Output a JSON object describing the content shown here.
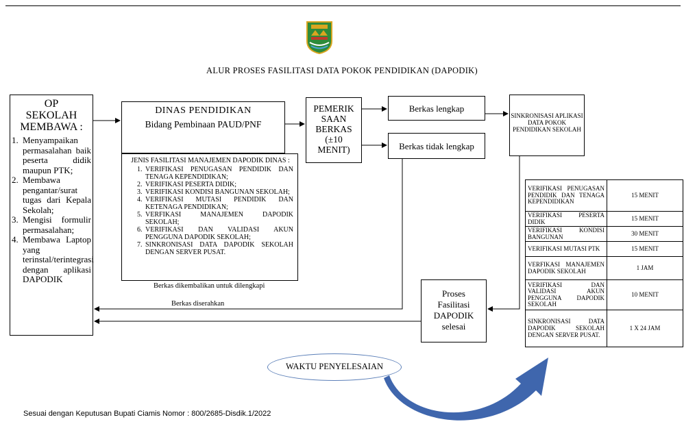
{
  "title": "ALUR PROSES FASILITASI DATA POKOK PENDIDIKAN (DAPODIK)",
  "op_box": {
    "heading": [
      "OP",
      "SEKOLAH",
      "MEMBAWA :"
    ],
    "items": [
      {
        "num": "1.",
        "text": "Menyampaikan permasalahan baik peserta didik maupun PTK;"
      },
      {
        "num": "2.",
        "text": "Membawa pengantar/surat tugas dari Kepala Sekolah;"
      },
      {
        "num": "3.",
        "text": "Mengisi formulir permasalahan;"
      },
      {
        "num": "4.",
        "text": "Membawa Laptop yang terinstal/terintegrasi dengan aplikasi DAPODIK"
      }
    ]
  },
  "dinas": {
    "title": "DINAS PENDIDIKAN",
    "subtitle": "Bidang Pembinaan PAUD/PNF"
  },
  "jenis": {
    "title": "JENIS FASILITASI MANAJEMEN DAPODIK DINAS :",
    "items": [
      {
        "num": "1.",
        "text": "VERIFIKASI PENUGASAN PENDIDIK DAN TENAGA KEPENDIDIKAN;"
      },
      {
        "num": "2.",
        "text": "VERIFIKASI PESERTA DIDIK;"
      },
      {
        "num": "3.",
        "text": "VERIFIKASI KONDISI BANGUNAN SEKOLAH;"
      },
      {
        "num": "4.",
        "text": "VERIFIKASI MUTASI PENDIDIK DAN KETENAGA PENDIDIKAN;"
      },
      {
        "num": "5.",
        "text": "VERFIKASI MANAJEMEN DAPODIK SEKOLAH;"
      },
      {
        "num": "6.",
        "text": "VERIFIKASI DAN VALIDASI AKUN PENGGUNA DAPODIK SEKOLAH;"
      },
      {
        "num": "7.",
        "text": "SINKRONISASI DATA DAPODIK SEKOLAH DENGAN SERVER PUSAT."
      }
    ]
  },
  "pemeriksaan": [
    "PEMERIK",
    "SAAN",
    "BERKAS",
    "(±10",
    "MENIT)"
  ],
  "berkas_lengkap": "Berkas lengkap",
  "berkas_tidak_lengkap": "Berkas tidak lengkap",
  "sinkronisasi": "SINKRONISASI APLIKASI DATA POKOK PENDIDIKAN SEKOLAH",
  "berkas_dikembalikan": "Berkas dikembalikan untuk dilengkapi",
  "berkas_diserahkan": "Berkas diserahkan",
  "proses_selesai": [
    "Proses",
    "Fasilitasi",
    "DAPODIK",
    "selesai"
  ],
  "waktu_table": [
    {
      "item": "VERIFIKASI PENUGASAN PENDIDIK DAN TENAGA KEPENDIDIKAN",
      "waktu": "15 MENIT"
    },
    {
      "item": "VERIFIKASI PESERTA DIDIK",
      "waktu": "15 MENIT"
    },
    {
      "item": "VERIFIKASI KONDISI BANGUNAN",
      "waktu": "30 MENIT"
    },
    {
      "item": "VERIFIKASI MUTASI PTK",
      "waktu": "15 MENIT"
    },
    {
      "item": "VERFIKASI MANAJEMEN DAPODIK SEKOLAH",
      "waktu": "1 JAM"
    },
    {
      "item": "VERIFIKASI DAN VALIDASI AKUN PENGGUNA DAPODIK SEKOLAH",
      "waktu": "10 MENIT"
    },
    {
      "item": "SINKRONISASI DATA DAPODIK SEKOLAH DENGAN SERVER PUSAT.",
      "waktu": "1 X 24 JAM"
    }
  ],
  "waktu_penyelesaian": "WAKTU PENYELESAIAN",
  "footer": "Sesuai dengan Keputusan Bupati Ciamis Nomor : 800/2685-Disdik.1/2022",
  "colors": {
    "arrow_blue": "#3f66ad",
    "ellipse_border": "#5b7fb8",
    "emblem_green": "#2e8b3a",
    "emblem_gold": "#d9a520"
  }
}
